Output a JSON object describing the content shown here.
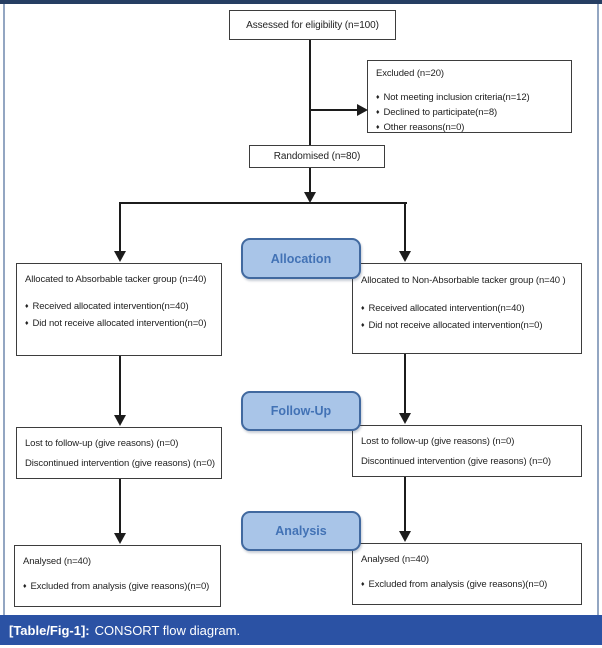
{
  "glyphs": {
    "bullet": "♦"
  },
  "colors": {
    "stage_fill": "#a9c5e8",
    "stage_border": "#41699f",
    "stage_text": "#4272b5",
    "caption_bg": "#2b52a4",
    "caption_text": "#ffffff",
    "frame_top": "#263e63",
    "frame_side": "#93a6c2",
    "box_border": "#3d3d3d"
  },
  "flow": {
    "assessed": {
      "title": "Assessed for eligibility (n=100)"
    },
    "excluded": {
      "title": "Excluded (n=20)",
      "bullets": [
        "Not meeting inclusion criteria(n=12)",
        "Declined to participate(n=8)",
        "Other reasons(n=0)"
      ]
    },
    "randomised": {
      "title": "Randomised (n=80)"
    },
    "stage_labels": {
      "allocation": "Allocation",
      "follow_up": "Follow-Up",
      "analysis": "Analysis"
    },
    "allocation_left": {
      "title": "Allocated to Absorbable tacker group (n=40)",
      "bullets": [
        "Received allocated intervention(n=40)",
        "Did not receive allocated intervention(n=0)"
      ]
    },
    "allocation_right": {
      "title": "Allocated to Non-Absorbable tacker group (n=40 )",
      "bullets": [
        "Received allocated intervention(n=40)",
        "Did not receive allocated intervention(n=0)"
      ]
    },
    "followup_left": {
      "lines": [
        "Lost to follow-up (give reasons) (n=0)",
        "Discontinued intervention (give reasons) (n=0)"
      ]
    },
    "followup_right": {
      "lines": [
        "Lost to follow-up (give reasons) (n=0)",
        "Discontinued intervention (give reasons) (n=0)"
      ]
    },
    "analysis_left": {
      "title": "Analysed (n=40)",
      "bullets": [
        "Excluded from analysis (give reasons)(n=0)"
      ]
    },
    "analysis_right": {
      "title": "Analysed (n=40)",
      "bullets": [
        "Excluded from analysis (give reasons)(n=0)"
      ]
    }
  },
  "caption": {
    "label": "[Table/Fig-1]:",
    "text": "CONSORT flow diagram."
  }
}
